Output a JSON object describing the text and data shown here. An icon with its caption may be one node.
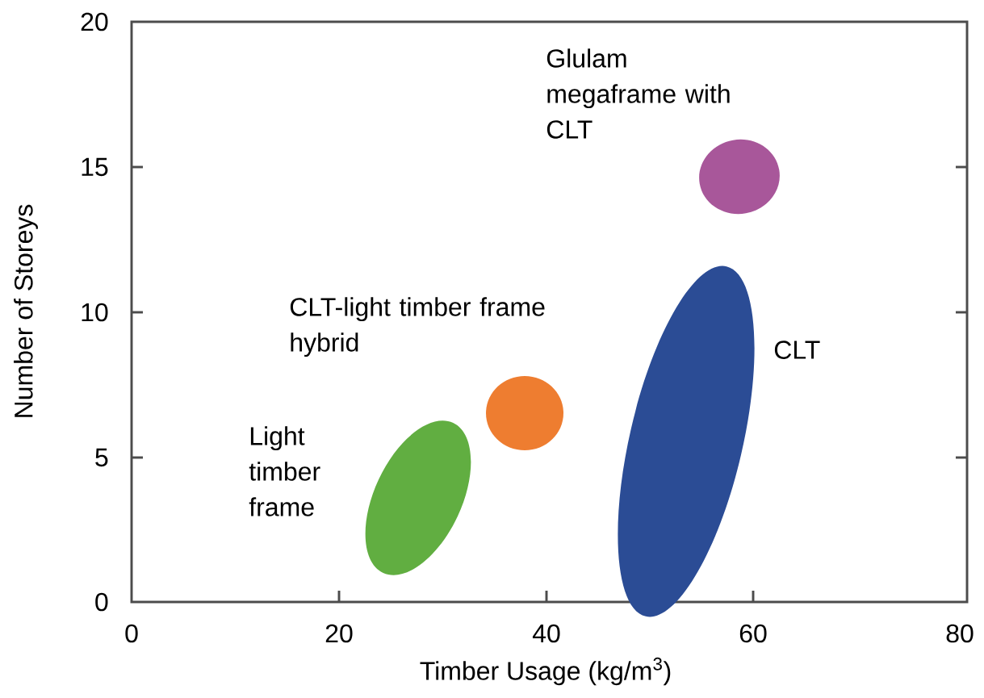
{
  "diagram": {
    "nodes": [
      {
        "text": [],
        "shape": "ellipse",
        "beside": [
          "Glulam megaframe with CLT"
        ]
      },
      {
        "text": [],
        "shape": "ellipse",
        "beside": [
          "CLT-light timber frame hybrid"
        ]
      },
      {
        "text": [],
        "shape": "ellipse",
        "beside": [
          "CLT"
        ]
      },
      {
        "text": [],
        "shape": "ellipse",
        "beside": [
          "Light timber frame"
        ]
      }
    ],
    "labels": [
      "20",
      "15",
      "10",
      "5",
      "0",
      "0",
      "20",
      "40",
      "60",
      "80",
      "Timber Usage (kg/m$^{3}$)",
      "Number of Storeys"
    ]
  }
}
